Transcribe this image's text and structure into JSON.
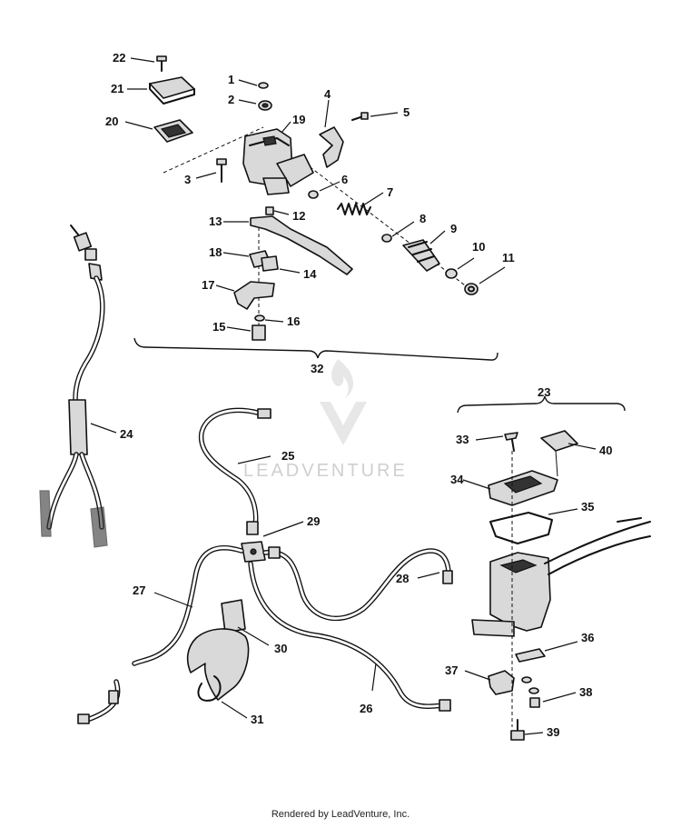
{
  "watermark": {
    "text": "LEADVENTURE"
  },
  "footer": {
    "text": "Rendered by LeadVenture, Inc."
  },
  "callouts": [
    "1",
    "2",
    "3",
    "4",
    "5",
    "6",
    "7",
    "8",
    "9",
    "10",
    "11",
    "12",
    "13",
    "14",
    "15",
    "16",
    "17",
    "18",
    "19",
    "20",
    "21",
    "22",
    "23",
    "24",
    "25",
    "26",
    "27",
    "28",
    "29",
    "30",
    "31",
    "32",
    "33",
    "34",
    "35",
    "36",
    "37",
    "38",
    "39",
    "40"
  ]
}
